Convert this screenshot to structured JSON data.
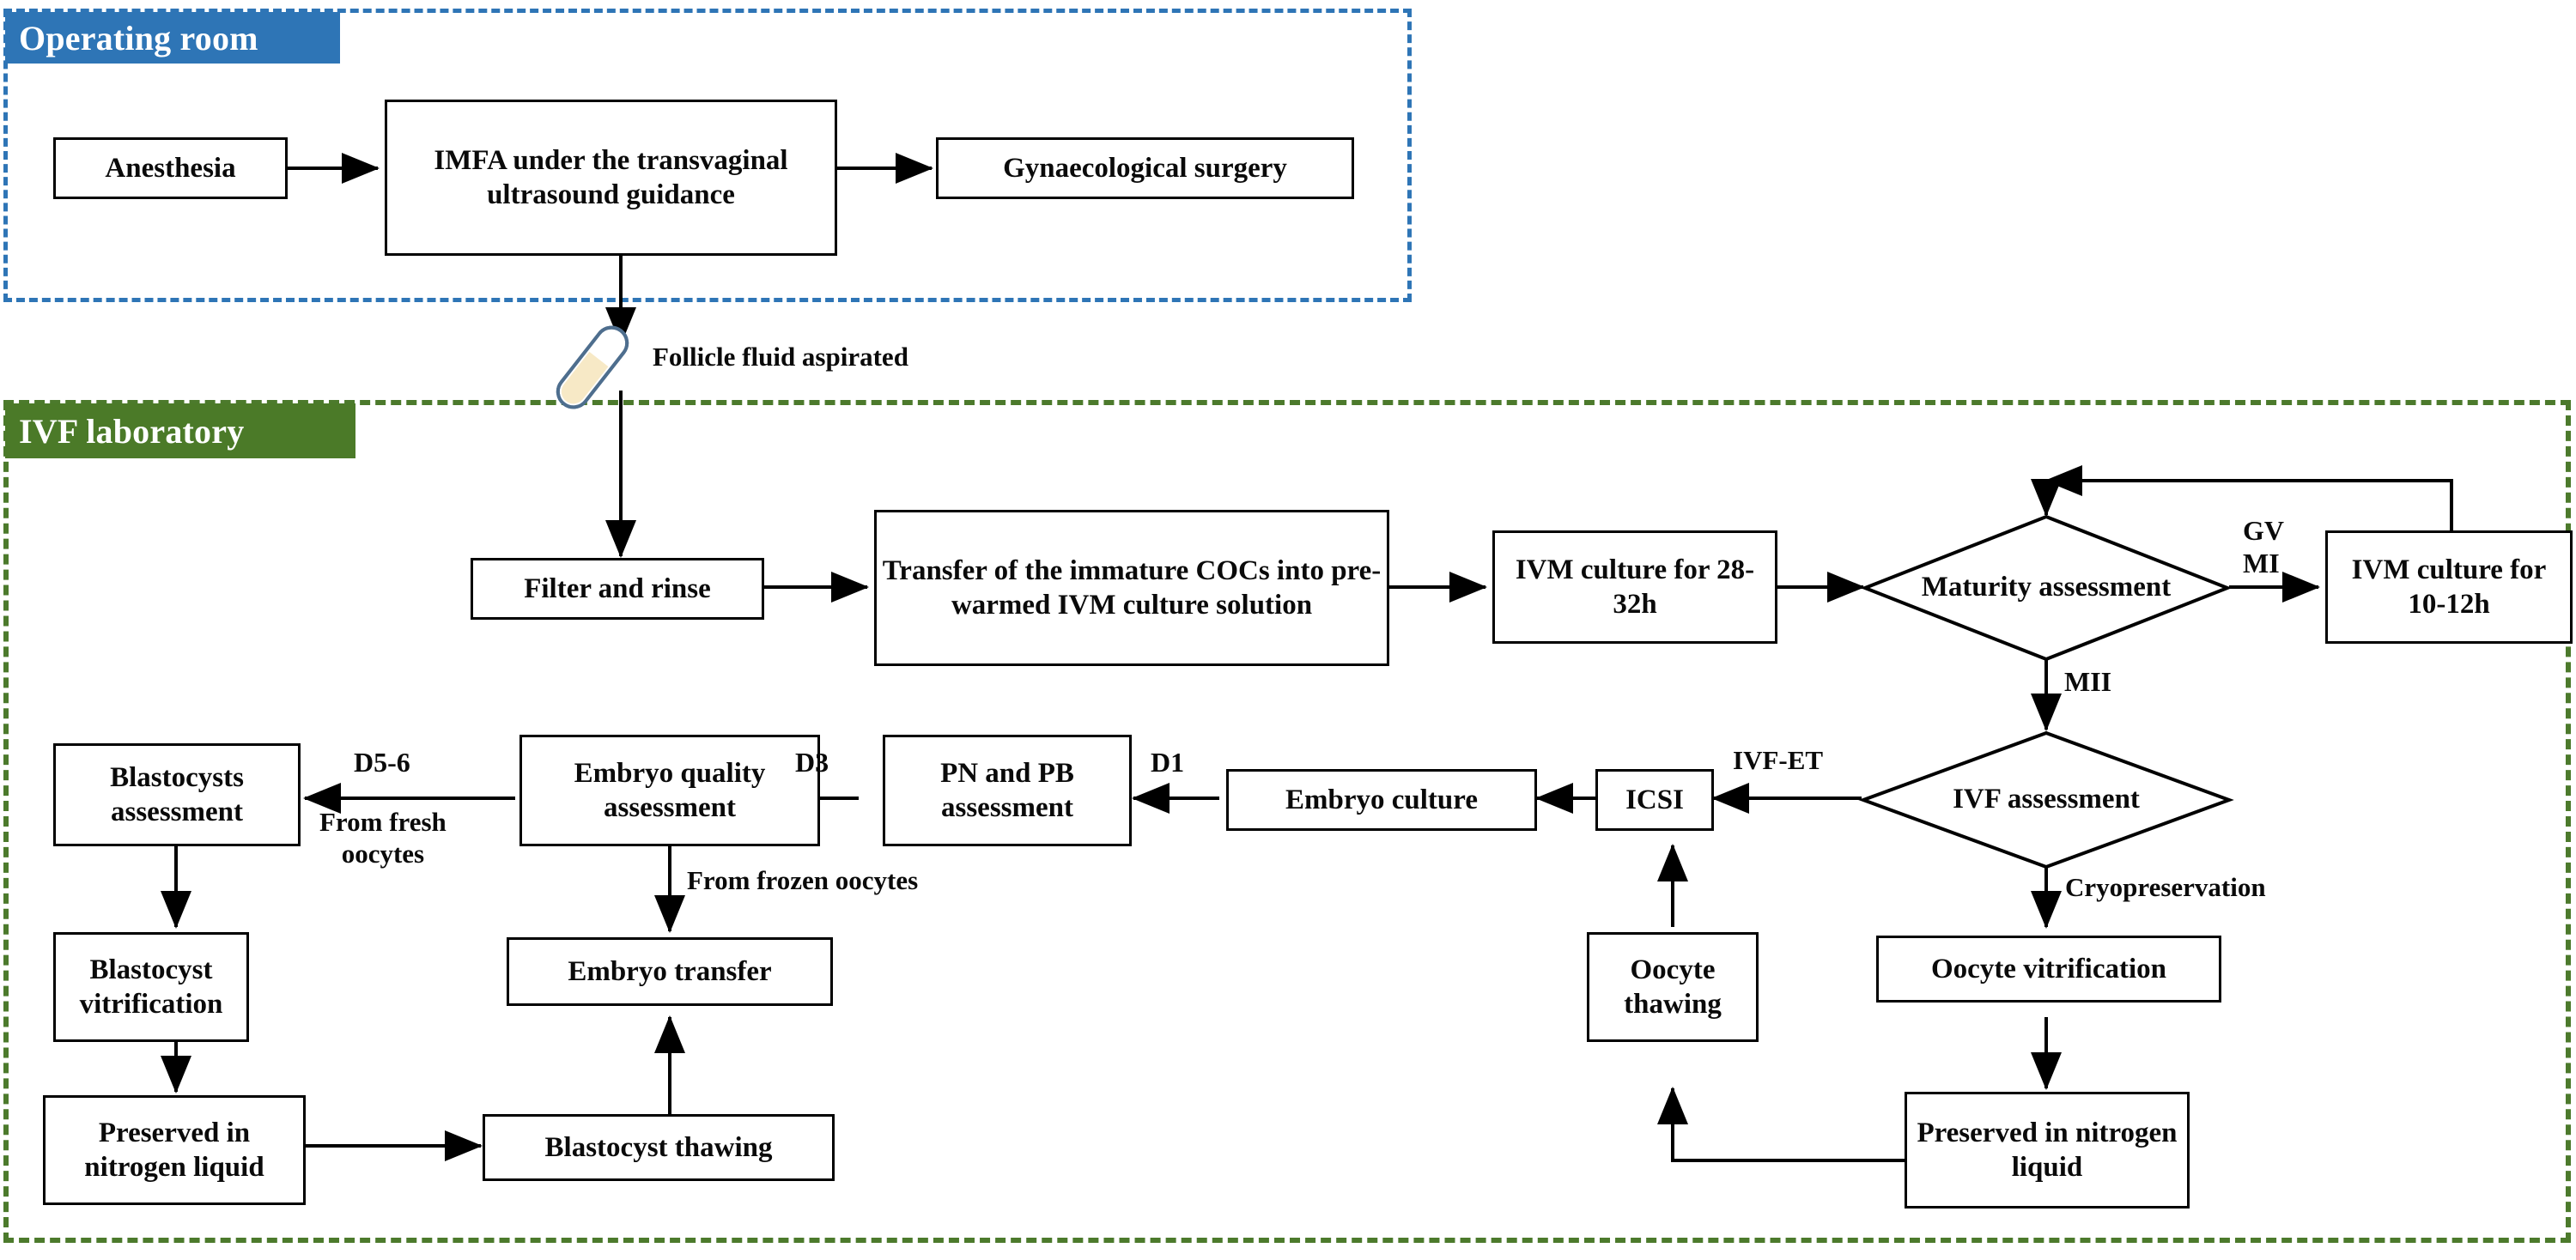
{
  "zones": {
    "operating": {
      "label": "Operating room",
      "color": "#2E75B6"
    },
    "lab": {
      "label": "IVF laboratory",
      "color": "#4B7A28"
    }
  },
  "nodes": {
    "anesthesia": "Anesthesia",
    "imfa": "IMFA under the transvaginal ultrasound guidance",
    "gyn_surgery": "Gynaecological surgery",
    "filter_rinse": "Filter and rinse",
    "transfer_cocs": "Transfer of the immature COCs into pre-warmed IVM culture solution",
    "ivm_28_32": "IVM culture for 28-32h",
    "ivm_10_12": "IVM culture for 10-12h",
    "blastocysts_assessment": "Blastocysts assessment",
    "embryo_quality": "Embryo quality assessment",
    "pn_pb": "PN and PB assessment",
    "embryo_culture": "Embryo culture",
    "icsi": "ICSI",
    "blastocyst_vitrification": "Blastocyst vitrification",
    "embryo_transfer": "Embryo transfer",
    "oocyte_thawing": "Oocyte thawing",
    "oocyte_vitrification": "Oocyte vitrification",
    "preserved_left": "Preserved in nitrogen liquid",
    "preserved_right": "Preserved in nitrogen liquid",
    "blastocyst_thawing": "Blastocyst thawing"
  },
  "decisions": {
    "maturity": "Maturity assessment",
    "ivf": "IVF assessment"
  },
  "edge_labels": {
    "follicle_fluid": "Follicle fluid aspirated",
    "gv_mi": "GV\nMI",
    "mii": "MII",
    "ivf_et": "IVF-ET",
    "cryopreservation": "Cryopreservation",
    "d1": "D1",
    "d3": "D3",
    "d5_6": "D5-6",
    "from_fresh": "From fresh\noocytes",
    "from_frozen": "From frozen oocytes"
  },
  "icons": {
    "test_tube": "test-tube-icon"
  },
  "colors": {
    "operating_blue": "#2E75B6",
    "lab_green": "#4B7A28",
    "tube_outline": "#4E6E8E",
    "tube_fill": "#F7E9C6",
    "stroke": "#000000"
  }
}
